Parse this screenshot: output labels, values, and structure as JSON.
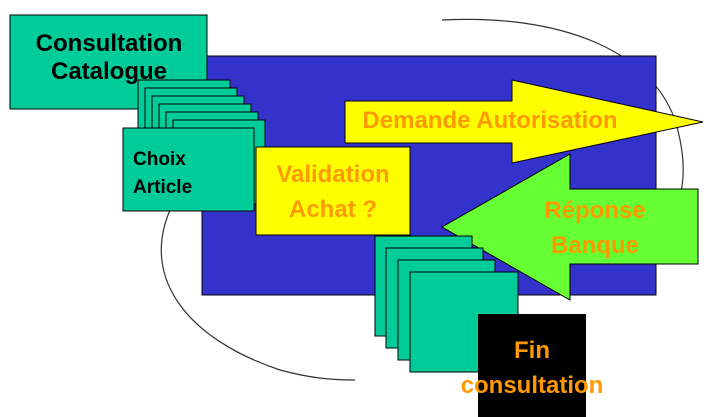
{
  "boxes": {
    "consultation": "Consultation Catalogue",
    "consultation_line1": "Consultation",
    "consultation_line2": "Catalogue",
    "choix_line1": "Choix",
    "choix_line2": "Article",
    "validation_line1": "Validation",
    "validation_line2": "Achat ?",
    "fin_line1": "Fin",
    "fin_line2": "consultation"
  },
  "arrows": {
    "demande": "Demande Autorisation",
    "reponse_line1": "Réponse",
    "reponse_line2": "Banque"
  },
  "colors": {
    "blue_panel": "#3333cc",
    "teal_card": "#00cc99",
    "yellow_box": "#ffff00",
    "green_arrow": "#66ff33",
    "orange_text": "#ff9900",
    "fin_box": "#000000"
  }
}
